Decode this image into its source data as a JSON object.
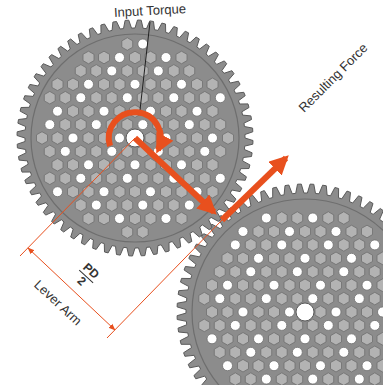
{
  "diagram": {
    "labels": [
      "Input Torque",
      "Resulting Force",
      "Lever Arm",
      "PD",
      "2"
    ]
  }
}
